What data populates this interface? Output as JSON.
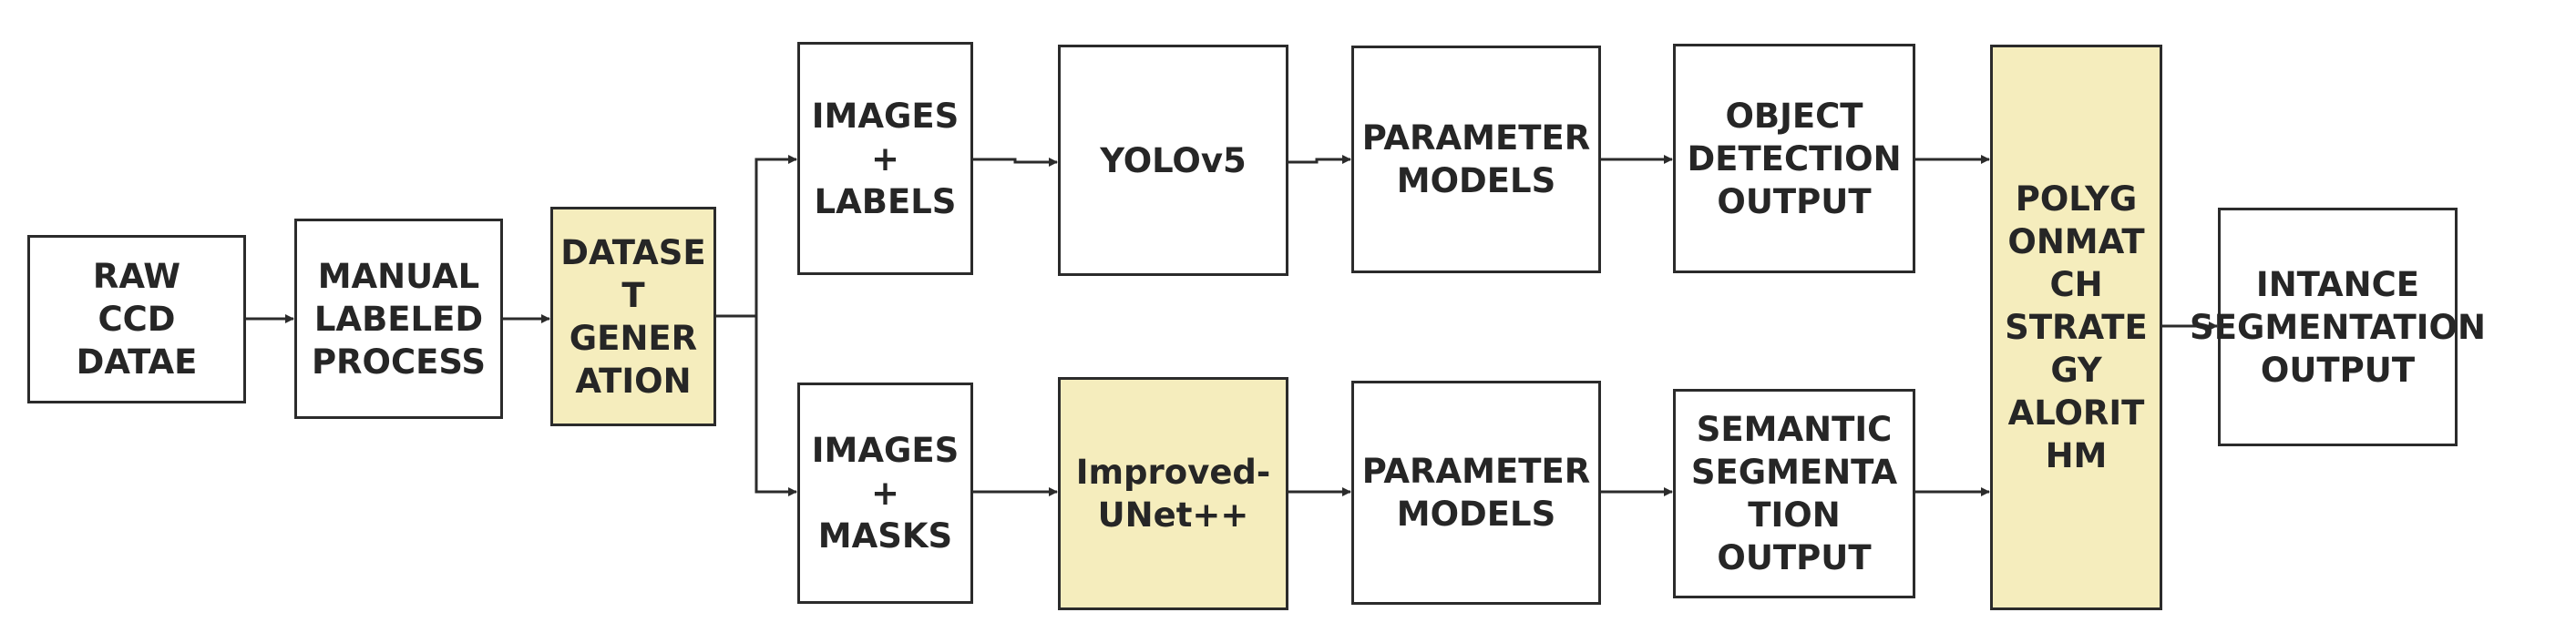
{
  "diagram": {
    "nodes": {
      "raw": "RAW\nCCD\nDATAE",
      "manual": "MANUAL\nLABELED\nPROCESS",
      "dataset": "DATASE\nT\nGENER\nATION",
      "images_labels": "IMAGES\n+\nLABELS",
      "images_masks": "IMAGES\n+\nMASKS",
      "yolo": "YOLOv5",
      "unet": "Improved-\nUNet++",
      "param_top": "PARAMETER\nMODELS",
      "param_bottom": "PARAMETER\nMODELS",
      "object_detection": "OBJECT\nDETECTION\nOUTPUT",
      "semantic_seg": "SEMANTIC\nSEGMENTA\nTION\nOUTPUT",
      "polygon": "POLYG\nONMAT\nCH\nSTRATE\nGY\nALORIT\nHM",
      "instance_seg": "INTANCE\nSEGMENTATION\nOUTPUT"
    },
    "colors": {
      "highlight_fill": "#f5edbd",
      "border": "#2b2b2b",
      "text": "#262626",
      "arrow": "#2b2b2b"
    }
  }
}
